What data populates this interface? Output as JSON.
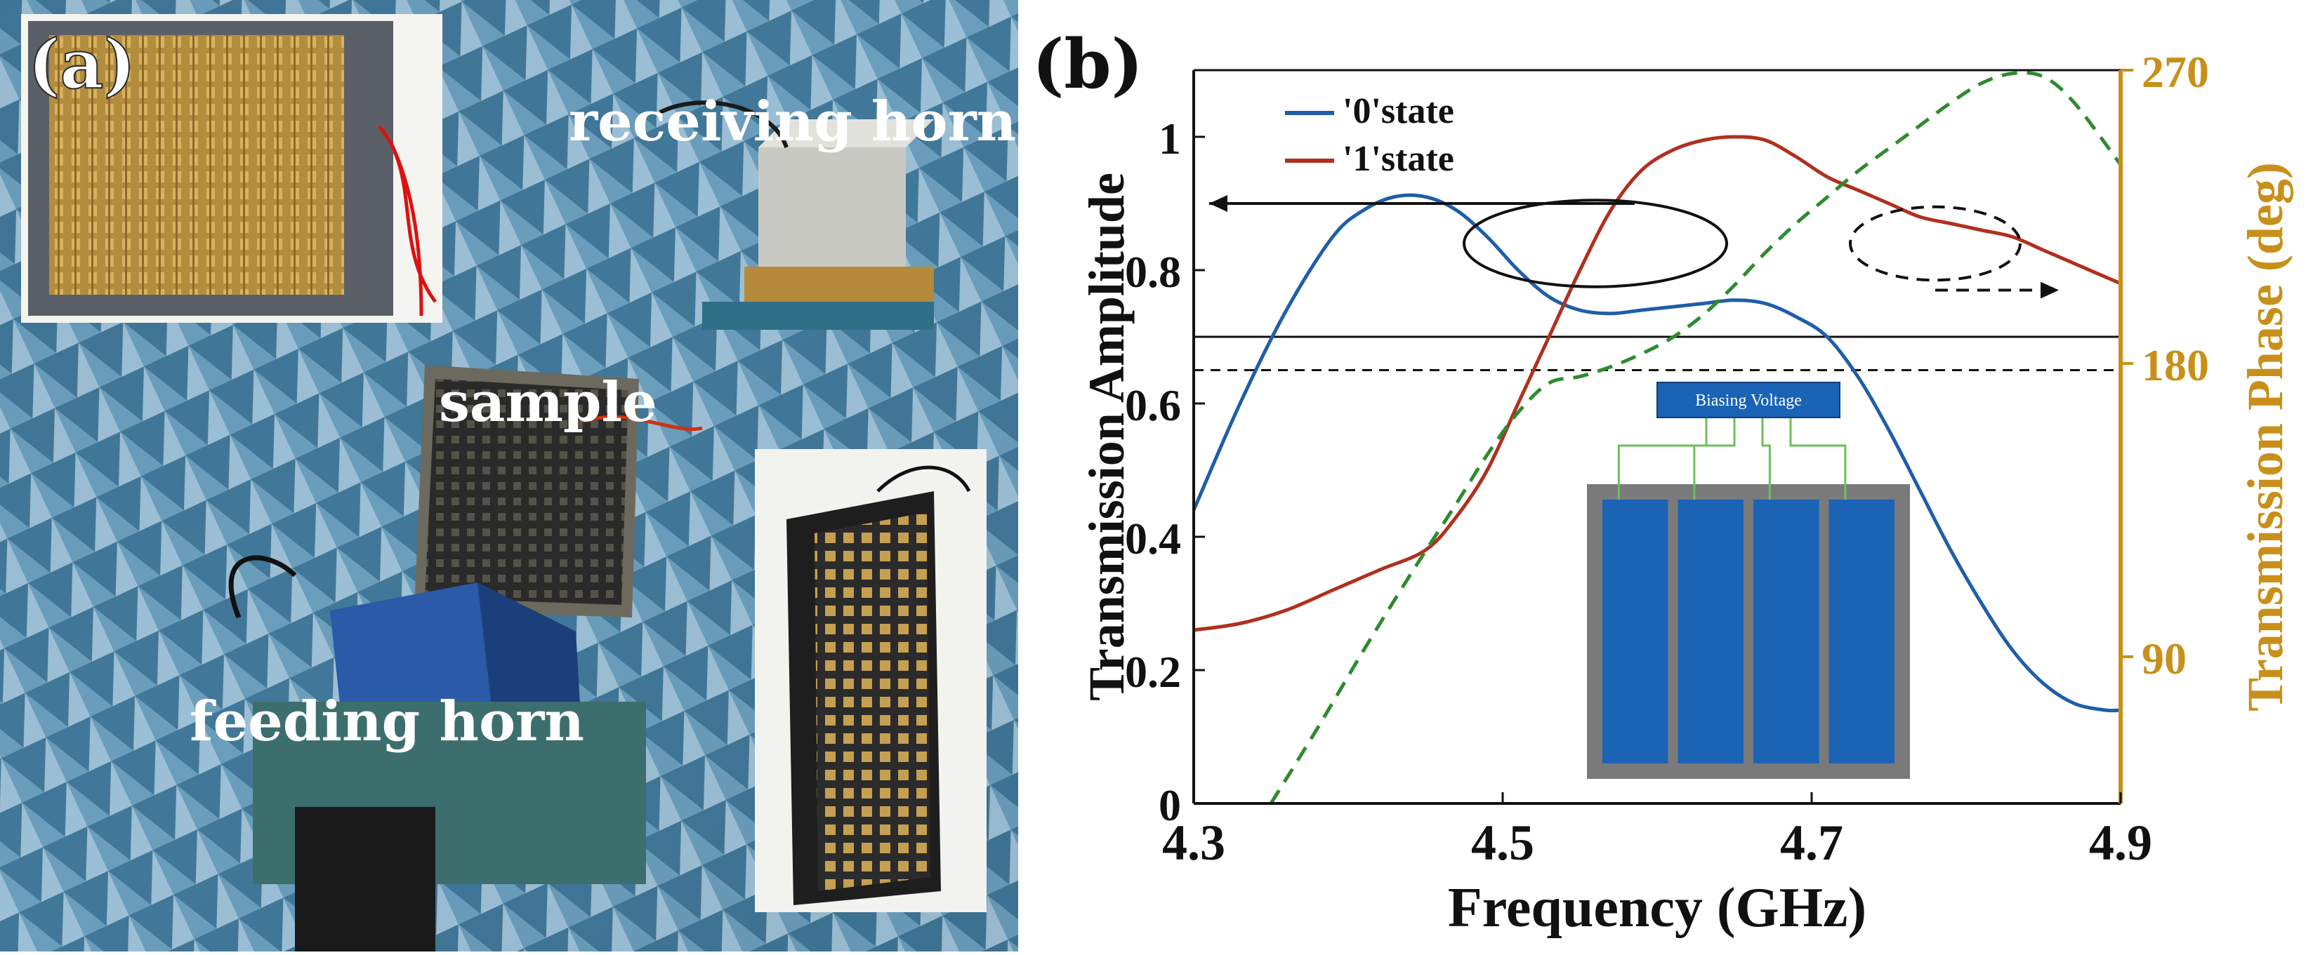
{
  "photo": {
    "panel_label": "(a)",
    "labels": {
      "receiving": "receiving horn",
      "sample": "sample",
      "feeding": "feeding horn"
    }
  },
  "chart_panel_label": "(b)",
  "colors": {
    "state0": "#1f5ea8",
    "state1": "#b0301e",
    "phase": "#2e8b2e",
    "right_axis": "#c8901a",
    "inset_cell": "#1a63b5",
    "inset_frame": "#7a7a7a",
    "inset_wire": "#6ec05a"
  },
  "chart_data": {
    "type": "line",
    "title": "",
    "xlabel": "Frequency (GHz)",
    "ylabel": "Transmission Amplitude",
    "ylabel_right": "Transmission Phase (deg)",
    "xlim": [
      4.3,
      4.9
    ],
    "ylim": [
      0,
      1.1
    ],
    "ylim_right": [
      45,
      270
    ],
    "x_ticks": [
      4.3,
      4.5,
      4.7,
      4.9
    ],
    "x_tick_labels": [
      "4.3",
      "4.5",
      "4.7",
      "4.9"
    ],
    "y_ticks": [
      0,
      0.2,
      0.4,
      0.6,
      0.8,
      1
    ],
    "y_tick_labels": [
      "0",
      "0.2",
      "0.4",
      "0.6",
      "0.8",
      "1"
    ],
    "y_right_ticks": [
      90,
      180,
      270
    ],
    "y_right_tick_labels": [
      "90",
      "180",
      "270"
    ],
    "grid": false,
    "legend_position": "top-left",
    "reference_lines": [
      {
        "axis": "left",
        "y": 0.7,
        "style": "solid"
      },
      {
        "axis": "left",
        "y": 0.65,
        "style": "dashed"
      }
    ],
    "series": [
      {
        "name": "'0'state",
        "axis": "left",
        "style": "solid",
        "x": [
          4.3,
          4.33,
          4.36,
          4.39,
          4.41,
          4.43,
          4.45,
          4.47,
          4.49,
          4.51,
          4.53,
          4.55,
          4.57,
          4.59,
          4.61,
          4.63,
          4.65,
          4.67,
          4.69,
          4.71,
          4.73,
          4.75,
          4.77,
          4.79,
          4.81,
          4.83,
          4.85,
          4.87,
          4.89,
          4.9
        ],
        "values": [
          0.44,
          0.6,
          0.74,
          0.85,
          0.89,
          0.91,
          0.91,
          0.89,
          0.85,
          0.8,
          0.76,
          0.74,
          0.735,
          0.74,
          0.745,
          0.75,
          0.755,
          0.75,
          0.73,
          0.7,
          0.64,
          0.56,
          0.47,
          0.38,
          0.3,
          0.23,
          0.18,
          0.15,
          0.14,
          0.14
        ]
      },
      {
        "name": "'1'state",
        "axis": "left",
        "style": "solid",
        "x": [
          4.3,
          4.33,
          4.36,
          4.39,
          4.42,
          4.45,
          4.47,
          4.49,
          4.51,
          4.53,
          4.55,
          4.57,
          4.59,
          4.61,
          4.63,
          4.65,
          4.67,
          4.69,
          4.71,
          4.73,
          4.75,
          4.77,
          4.79,
          4.81,
          4.83,
          4.85,
          4.87,
          4.9
        ],
        "values": [
          0.26,
          0.27,
          0.29,
          0.32,
          0.35,
          0.38,
          0.43,
          0.5,
          0.6,
          0.7,
          0.8,
          0.89,
          0.95,
          0.98,
          0.995,
          1.0,
          0.995,
          0.97,
          0.94,
          0.92,
          0.9,
          0.88,
          0.87,
          0.86,
          0.85,
          0.83,
          0.81,
          0.78
        ]
      },
      {
        "axis": "right",
        "style": "dashed",
        "x": [
          4.35,
          4.38,
          4.41,
          4.44,
          4.47,
          4.49,
          4.51,
          4.53,
          4.55,
          4.57,
          4.59,
          4.61,
          4.63,
          4.65,
          4.67,
          4.69,
          4.71,
          4.73,
          4.75,
          4.77,
          4.79,
          4.81,
          4.83,
          4.85,
          4.87,
          4.9
        ],
        "values": [
          45,
          68,
          92,
          115,
          137,
          152,
          165,
          174,
          176,
          179,
          183,
          188,
          195,
          204,
          214,
          223,
          231,
          239,
          246,
          253,
          260,
          266,
          269,
          268,
          260,
          241
        ]
      }
    ],
    "annotations": [
      {
        "type": "ellipse",
        "target": "left",
        "style": "solid",
        "cx": 4.56,
        "cy": 0.84,
        "rx": 0.085,
        "ry": 0.065,
        "arrow_to_x": 4.31,
        "arrow_y": 0.9
      },
      {
        "type": "ellipse",
        "target": "right",
        "style": "dashed",
        "cx": 4.78,
        "cy": 0.84,
        "rx": 0.055,
        "ry": 0.055,
        "arrow_to_x": 4.86,
        "arrow_y": 0.77
      }
    ],
    "inset": {
      "title": "Biasing Voltage",
      "cells": 4
    }
  }
}
